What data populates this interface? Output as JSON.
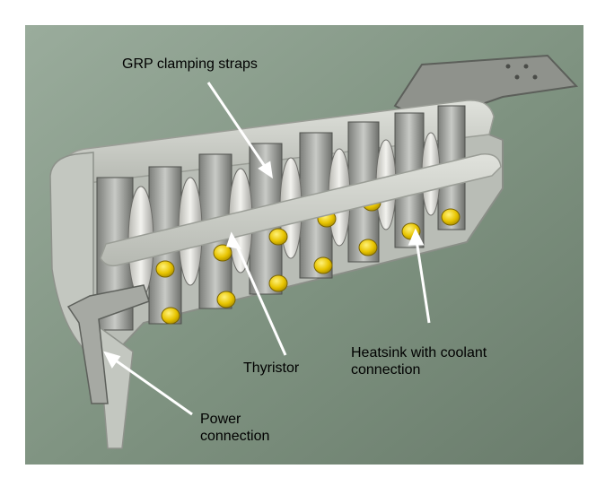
{
  "photo": {
    "subject": "thyristor-stack-photo",
    "colors": {
      "background": "#7f9482",
      "frame": "#c9cdc7",
      "metal": "#a8aaa4",
      "ceramic": "#dcdcd8",
      "yellow_caps": "#e8c400"
    }
  },
  "labels": {
    "grp": "GRP clamping straps",
    "thyristor": "Thyristor",
    "heatsink_line1": "Heatsink with coolant",
    "heatsink_line2": "connection",
    "power_line1": "Power",
    "power_line2": "connection"
  }
}
